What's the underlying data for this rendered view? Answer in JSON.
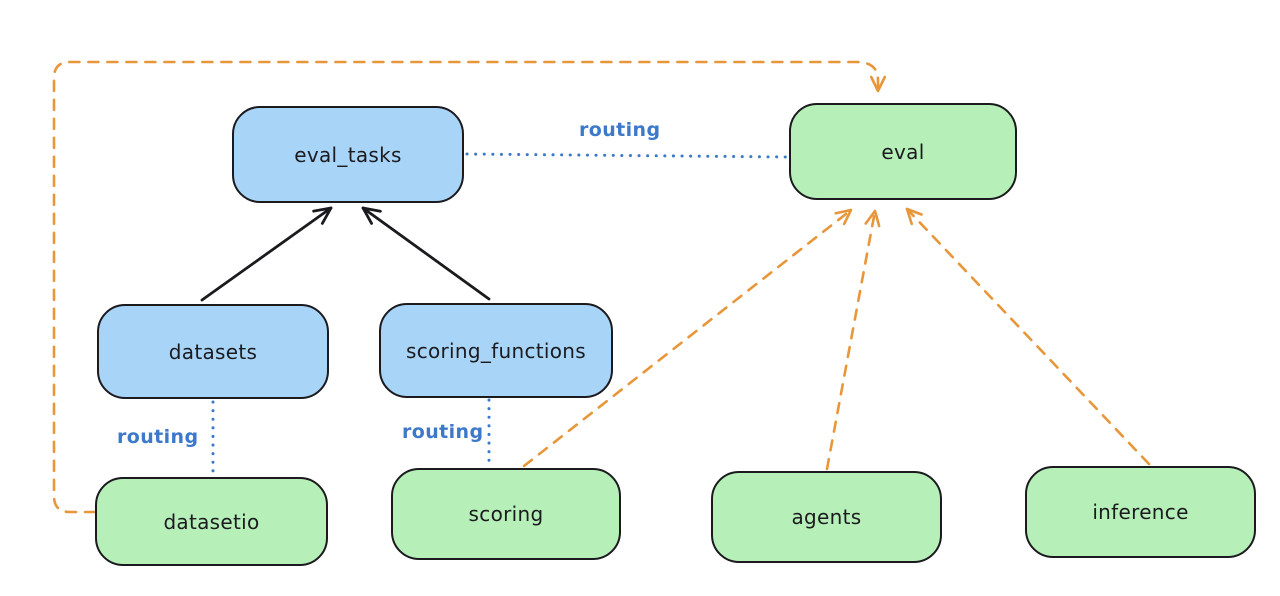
{
  "diagram": {
    "type": "flowchart",
    "background": "#ffffff",
    "colors": {
      "resource_fill_blue": "#a8d4f7",
      "api_fill_green": "#b7efb8",
      "stroke_black": "#1b1b1f",
      "routing_blue": "#3d79c9",
      "dependency_orange": "#e8963a"
    },
    "nodes": [
      {
        "id": "eval_tasks",
        "label": "eval_tasks",
        "kind": "resource",
        "fill": "#a8d4f7"
      },
      {
        "id": "datasets",
        "label": "datasets",
        "kind": "resource",
        "fill": "#a8d4f7"
      },
      {
        "id": "scoring_functions",
        "label": "scoring_functions",
        "kind": "resource",
        "fill": "#a8d4f7"
      },
      {
        "id": "eval",
        "label": "eval",
        "kind": "api",
        "fill": "#b7efb8"
      },
      {
        "id": "datasetio",
        "label": "datasetio",
        "kind": "api",
        "fill": "#b7efb8"
      },
      {
        "id": "scoring",
        "label": "scoring",
        "kind": "api",
        "fill": "#b7efb8"
      },
      {
        "id": "agents",
        "label": "agents",
        "kind": "api",
        "fill": "#b7efb8"
      },
      {
        "id": "inference",
        "label": "inference",
        "kind": "api",
        "fill": "#b7efb8"
      }
    ],
    "edges": [
      {
        "from": "datasets",
        "to": "eval_tasks",
        "style": "solid-black-arrow",
        "label": ""
      },
      {
        "from": "scoring_functions",
        "to": "eval_tasks",
        "style": "solid-black-arrow",
        "label": ""
      },
      {
        "from": "eval_tasks",
        "to": "eval",
        "style": "dotted-blue",
        "label": "routing"
      },
      {
        "from": "datasets",
        "to": "datasetio",
        "style": "dotted-blue",
        "label": "routing"
      },
      {
        "from": "scoring_functions",
        "to": "scoring",
        "style": "dotted-blue",
        "label": "routing"
      },
      {
        "from": "scoring",
        "to": "eval",
        "style": "dashed-orange-arrow",
        "label": ""
      },
      {
        "from": "agents",
        "to": "eval",
        "style": "dashed-orange-arrow",
        "label": ""
      },
      {
        "from": "inference",
        "to": "eval",
        "style": "dashed-orange-arrow",
        "label": ""
      },
      {
        "from": "datasetio",
        "to": "eval",
        "style": "dashed-orange-arrow",
        "label": ""
      }
    ]
  }
}
